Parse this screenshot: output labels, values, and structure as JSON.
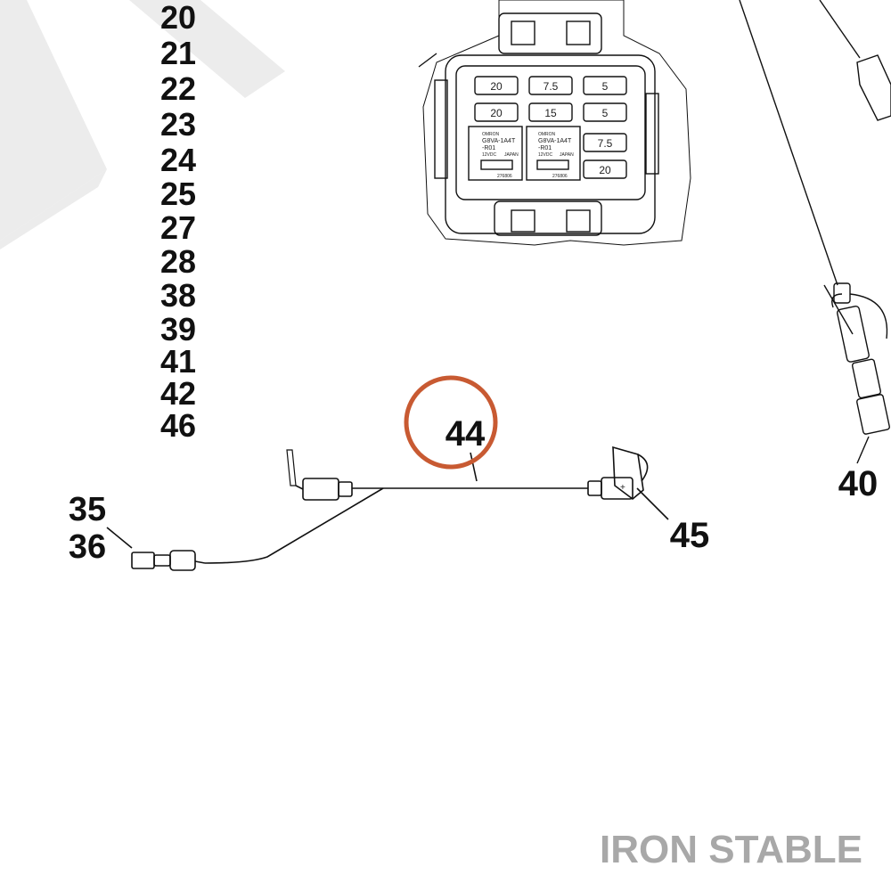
{
  "parts_list": [
    "20",
    "21",
    "22",
    "23",
    "24",
    "25",
    "27",
    "28",
    "38",
    "39",
    "41",
    "42",
    "46"
  ],
  "callouts": {
    "c44": "44",
    "c45": "45",
    "c40": "40",
    "c35": "35",
    "c36": "36"
  },
  "fuse_box": {
    "fuses": [
      "20",
      "7.5",
      "5",
      "20",
      "15",
      "5",
      "7.5",
      "20"
    ],
    "relay_brand": "OMRON",
    "relay_model_1": "G8VA-1A4T",
    "relay_model_2": "-R01",
    "relay_voltage": "12VDC",
    "relay_origin": "JAPAN",
    "relay_code": "276806"
  },
  "plus_mark": "+",
  "watermark": "IRON STABLE",
  "colors": {
    "highlight_circle": "#c85a32",
    "watermark": "#a8a8a8",
    "line": "#111111",
    "background_shape": "#ebebeb"
  }
}
